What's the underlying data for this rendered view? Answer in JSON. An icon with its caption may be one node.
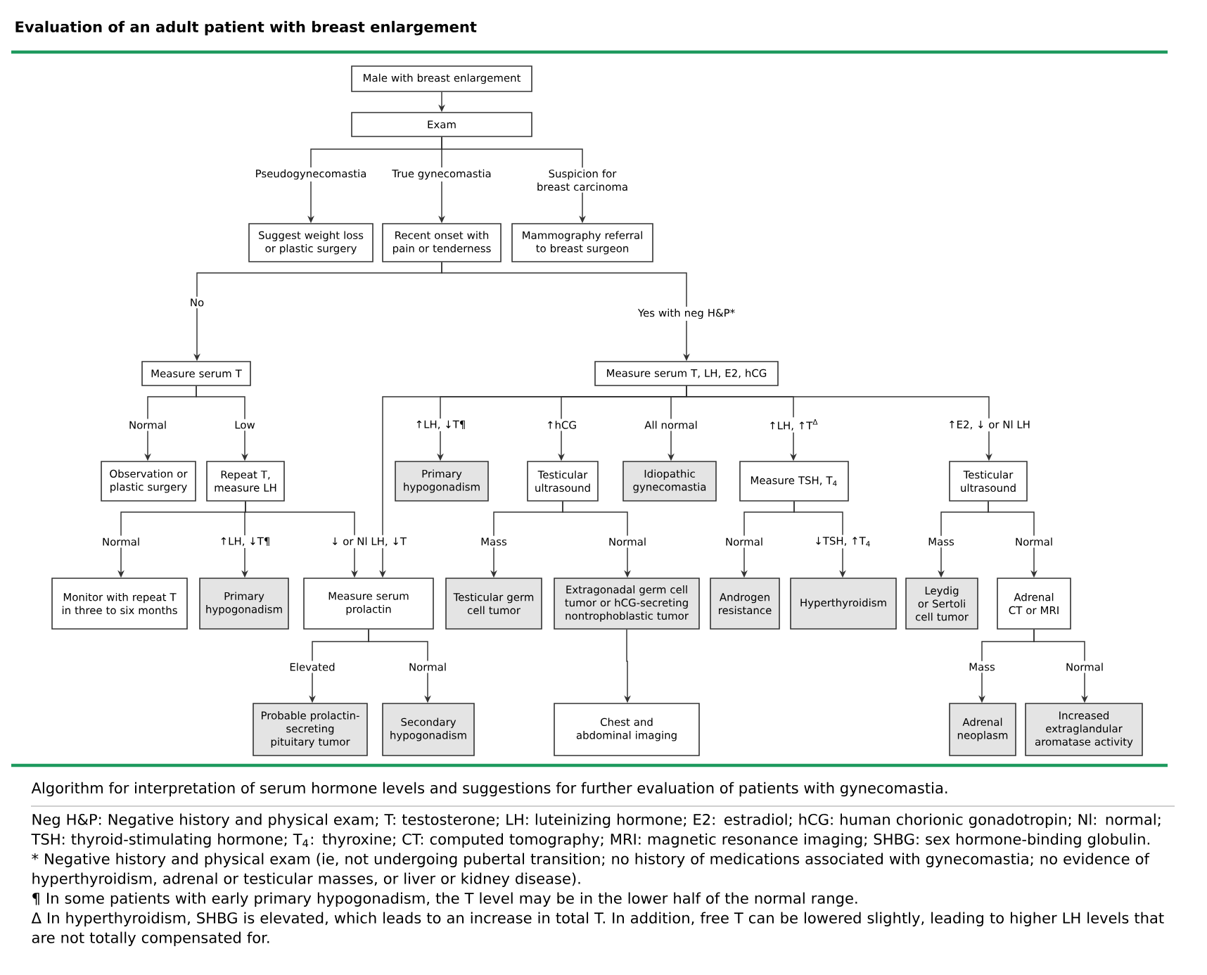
{
  "diagram": {
    "title": "Evaluation of an adult patient with breast enlargement",
    "caption": "Algorithm for interpretation of serum hormone levels and suggestions for further evaluation of patients with gynecomastia.",
    "nodes": [
      {
        "text": [
          "Male with breast enlargement"
        ]
      },
      {
        "text": [
          "Exam"
        ]
      },
      {
        "text": [
          "Suggest weight loss or plastic surgery"
        ]
      },
      {
        "text": [
          "Recent onset with pain or tenderness"
        ]
      },
      {
        "text": [
          "Mammography referral to breast surgeon"
        ]
      },
      {
        "text": [
          "Measure serum T"
        ]
      },
      {
        "text": [
          "Measure serum T, LH, E2, hCG"
        ]
      },
      {
        "text": [
          "Observation or plastic surgery"
        ]
      },
      {
        "text": [
          "Repeat T, measure LH"
        ]
      },
      {
        "text": [
          "Primary hypogonadism"
        ]
      },
      {
        "text": [
          "Testicular ultrasound"
        ]
      },
      {
        "text": [
          "Idiopathic gynecomastia"
        ]
      },
      {
        "text": [
          "Measure TSH, T$_{4}$"
        ]
      },
      {
        "text": [
          "Testicular ultrasound"
        ]
      },
      {
        "text": [
          "Monitor with repeat T in three to six months"
        ]
      },
      {
        "text": [
          "Primary hypogonadism"
        ]
      },
      {
        "text": [
          "Measure serum prolactin"
        ]
      },
      {
        "text": [
          "Testicular germ cell tumor"
        ]
      },
      {
        "text": [
          "Extragonadal germ cell tumor or hCG-secreting nontrophoblastic tumor"
        ]
      },
      {
        "text": [
          "Androgen resistance"
        ]
      },
      {
        "text": [
          "Hyperthyroidism"
        ]
      },
      {
        "text": [
          "Leydig or Sertoli cell tumor"
        ]
      },
      {
        "text": [
          "Adrenal CT or MRI"
        ]
      },
      {
        "text": [
          "Probable prolactin-secreting pituitary tumor"
        ]
      },
      {
        "text": [
          "Secondary hypogonadism"
        ]
      },
      {
        "text": [
          "Chest and abdominal imaging"
        ]
      },
      {
        "text": [
          "Adrenal neoplasm"
        ]
      },
      {
        "text": [
          "Increased extraglandular aromatase activity"
        ]
      }
    ],
    "edges": [
      {
        "from": 0,
        "to": 1,
        "arrow": "to"
      },
      {
        "from": 1,
        "to": 2,
        "arrow": "to",
        "label": "Pseudogynecomastia"
      },
      {
        "from": 1,
        "to": 3,
        "arrow": "to",
        "label": "True gynecomastia"
      },
      {
        "from": 1,
        "to": 4,
        "arrow": "to",
        "label": "Suspicion for breast carcinoma"
      },
      {
        "from": 3,
        "to": 5,
        "arrow": "to",
        "label": "No"
      },
      {
        "from": 3,
        "to": 6,
        "arrow": "to",
        "label": "Yes with neg H&P*"
      },
      {
        "from": 5,
        "to": 7,
        "arrow": "to",
        "label": "Normal"
      },
      {
        "from": 5,
        "to": 8,
        "arrow": "to",
        "label": "Low"
      },
      {
        "from": 8,
        "to": 14,
        "arrow": "to",
        "label": "Normal"
      },
      {
        "from": 8,
        "to": 15,
        "arrow": "to",
        "label": "↑LH, ↓T¶"
      },
      {
        "from": 8,
        "to": 16,
        "arrow": "to",
        "label": "↓ or Nl LH, ↓T"
      },
      {
        "from": 6,
        "to": 16,
        "arrow": "to"
      },
      {
        "from": 6,
        "to": 9,
        "arrow": "to",
        "label": "↑LH, ↓T¶"
      },
      {
        "from": 6,
        "to": 10,
        "arrow": "to",
        "label": "↑hCG"
      },
      {
        "from": 6,
        "to": 11,
        "arrow": "to",
        "label": "All normal"
      },
      {
        "from": 6,
        "to": 12,
        "arrow": "to",
        "label": "↑LH, ↑T$^{Δ}$"
      },
      {
        "from": 6,
        "to": 13,
        "arrow": "to",
        "label": "↑E2, ↓ or Nl LH"
      },
      {
        "from": 10,
        "to": 17,
        "arrow": "to",
        "label": "Mass"
      },
      {
        "from": 10,
        "to": 18,
        "arrow": "to",
        "label": "Normal"
      },
      {
        "from": 12,
        "to": 19,
        "arrow": "to",
        "label": "Normal"
      },
      {
        "from": 12,
        "to": 20,
        "arrow": "to",
        "label": "↓TSH, ↑T$_{4}$"
      },
      {
        "from": 13,
        "to": 21,
        "arrow": "to",
        "label": "Mass"
      },
      {
        "from": 13,
        "to": 22,
        "arrow": "to",
        "label": "Normal"
      },
      {
        "from": 16,
        "to": 23,
        "arrow": "to",
        "label": "Elevated"
      },
      {
        "from": 16,
        "to": 24,
        "arrow": "to",
        "label": "Normal"
      },
      {
        "from": 18,
        "to": 25,
        "arrow": "to"
      },
      {
        "from": 22,
        "to": 26,
        "arrow": "to",
        "label": "Mass"
      },
      {
        "from": 22,
        "to": 27,
        "arrow": "to",
        "label": "Normal"
      }
    ],
    "labels": [
      "Neg H&P: Negative history and physical exam; T: testosterone; LH: luteinizing hormone; E2: estradiol; hCG: human chorionic gonadotropin; Nl: normal; TSH: thyroid-stimulating hormone; T$_{4}$: thyroxine; CT: computed tomography; MRI: magnetic resonance imaging; SHBG: sex hormone-binding globulin.",
      "* Negative history and physical exam (ie, not undergoing pubertal transition; no history of medications associated with gynecomastia; no evidence of hyperthyroidism, adrenal or testicular masses, or liver or kidney disease).",
      "¶ In some patients with early primary hypogonadism, the T level may be in the lower half of the normal range.",
      "Δ In hyperthyroidism, SHBG is elevated, which leads to an increase in total T. In addition, free T can be lowered slightly, leading to higher LH levels that are not totally compensated for."
    ]
  }
}
